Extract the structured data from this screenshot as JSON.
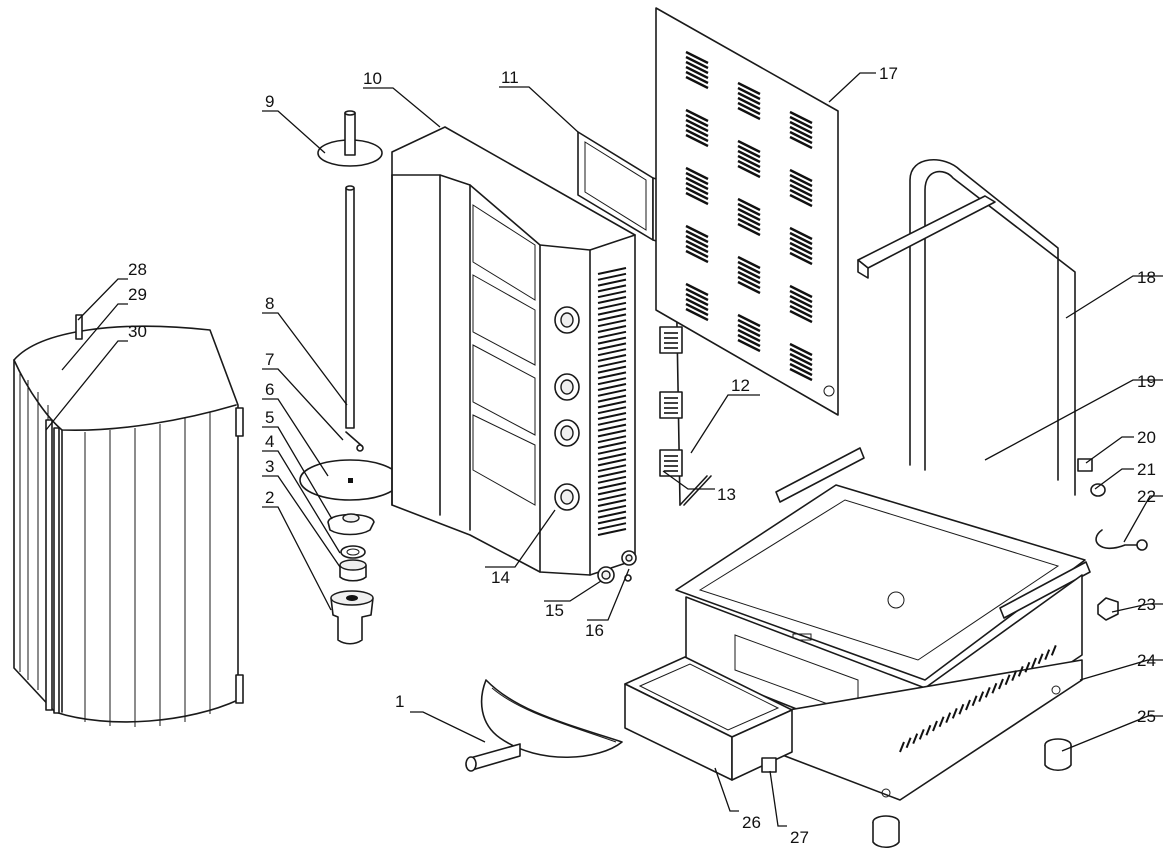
{
  "labels": {
    "l1": "1",
    "l2": "2",
    "l3": "3",
    "l4": "4",
    "l5": "5",
    "l6": "6",
    "l7": "7",
    "l8": "8",
    "l9": "9",
    "l10": "10",
    "l11": "11",
    "l12": "12",
    "l13": "13",
    "l14": "14",
    "l15": "15",
    "l16": "16",
    "l17": "17",
    "l18": "18",
    "l19": "19",
    "l20": "20",
    "l21": "21",
    "l22": "22",
    "l23": "23",
    "l24": "24",
    "l25": "25",
    "l26": "26",
    "l27": "27",
    "l28": "28",
    "l29": "29",
    "l30": "30"
  },
  "colors": {
    "line": "#1a1a1a",
    "background": "#ffffff",
    "shade": "#efefef"
  }
}
